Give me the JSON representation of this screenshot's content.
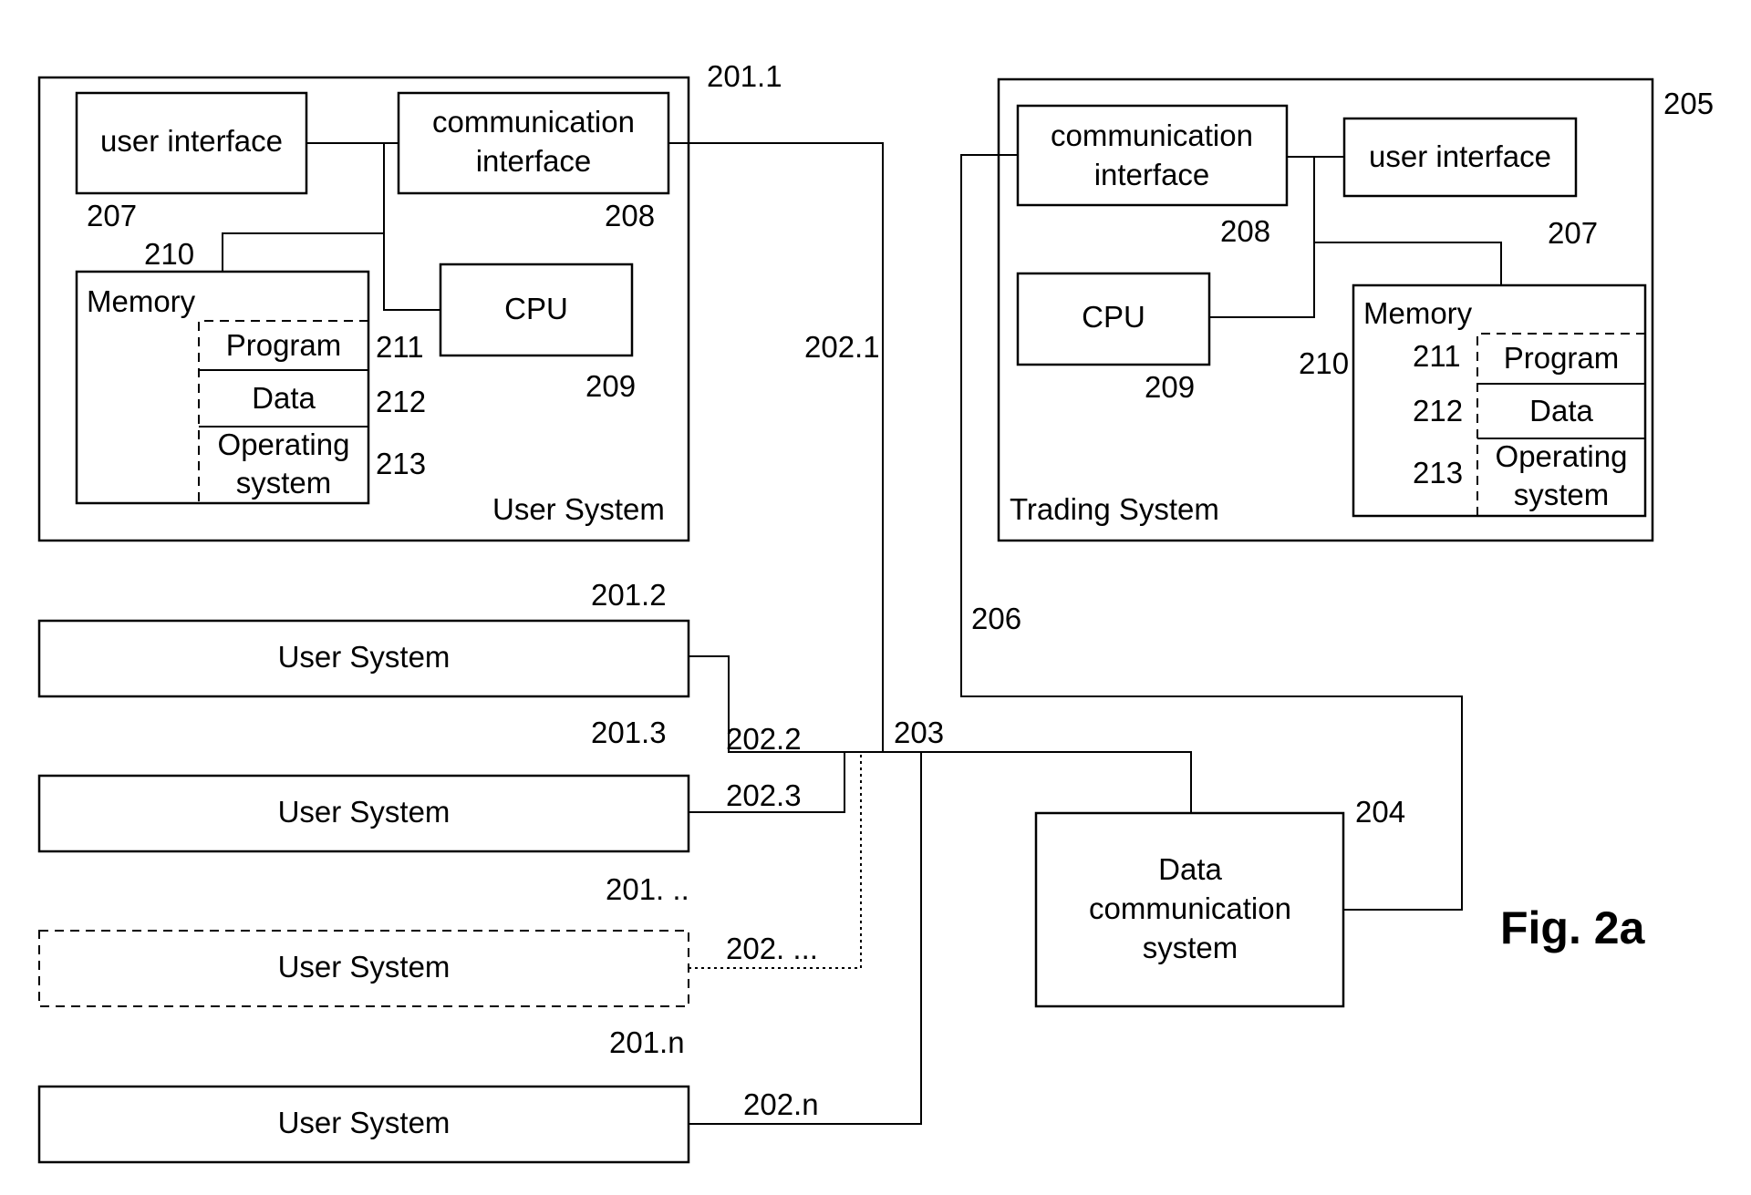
{
  "figure_label": "Fig. 2a",
  "user_system_1": {
    "ref": "201.1",
    "title": "User System",
    "user_interface": {
      "label": "user interface",
      "ref": "207"
    },
    "comm_interface": {
      "line1": "communication",
      "line2": "interface",
      "ref": "208"
    },
    "cpu": {
      "label": "CPU",
      "ref": "209"
    },
    "memory": {
      "label": "Memory",
      "ref": "210",
      "program": {
        "label": "Program",
        "ref": "211"
      },
      "data": {
        "label": "Data",
        "ref": "212"
      },
      "os": {
        "line1": "Operating",
        "line2": "system",
        "ref": "213"
      }
    }
  },
  "trading_system": {
    "ref": "205",
    "title": "Trading System",
    "comm_interface": {
      "line1": "communication",
      "line2": "interface",
      "ref": "208"
    },
    "user_interface": {
      "label": "user interface",
      "ref": "207"
    },
    "cpu": {
      "label": "CPU",
      "ref": "209"
    },
    "memory": {
      "label": "Memory",
      "ref": "210",
      "program": {
        "label": "Program",
        "ref": "211"
      },
      "data": {
        "label": "Data",
        "ref": "212"
      },
      "os": {
        "line1": "Operating",
        "line2": "system",
        "ref": "213"
      }
    }
  },
  "user_systems": [
    {
      "label": "User System",
      "ref": "201.2",
      "link": "202.2"
    },
    {
      "label": "User System",
      "ref": "201.3",
      "link": "202.3"
    },
    {
      "label": "User System",
      "ref": "201. ..",
      "link": "202. ..."
    },
    {
      "label": "User System",
      "ref": "201.n",
      "link": "202.n"
    }
  ],
  "links": {
    "link_1": "202.1",
    "network": "203",
    "trading_link": "206"
  },
  "data_comm": {
    "line1": "Data",
    "line2": "communication",
    "line3": "system",
    "ref": "204"
  }
}
